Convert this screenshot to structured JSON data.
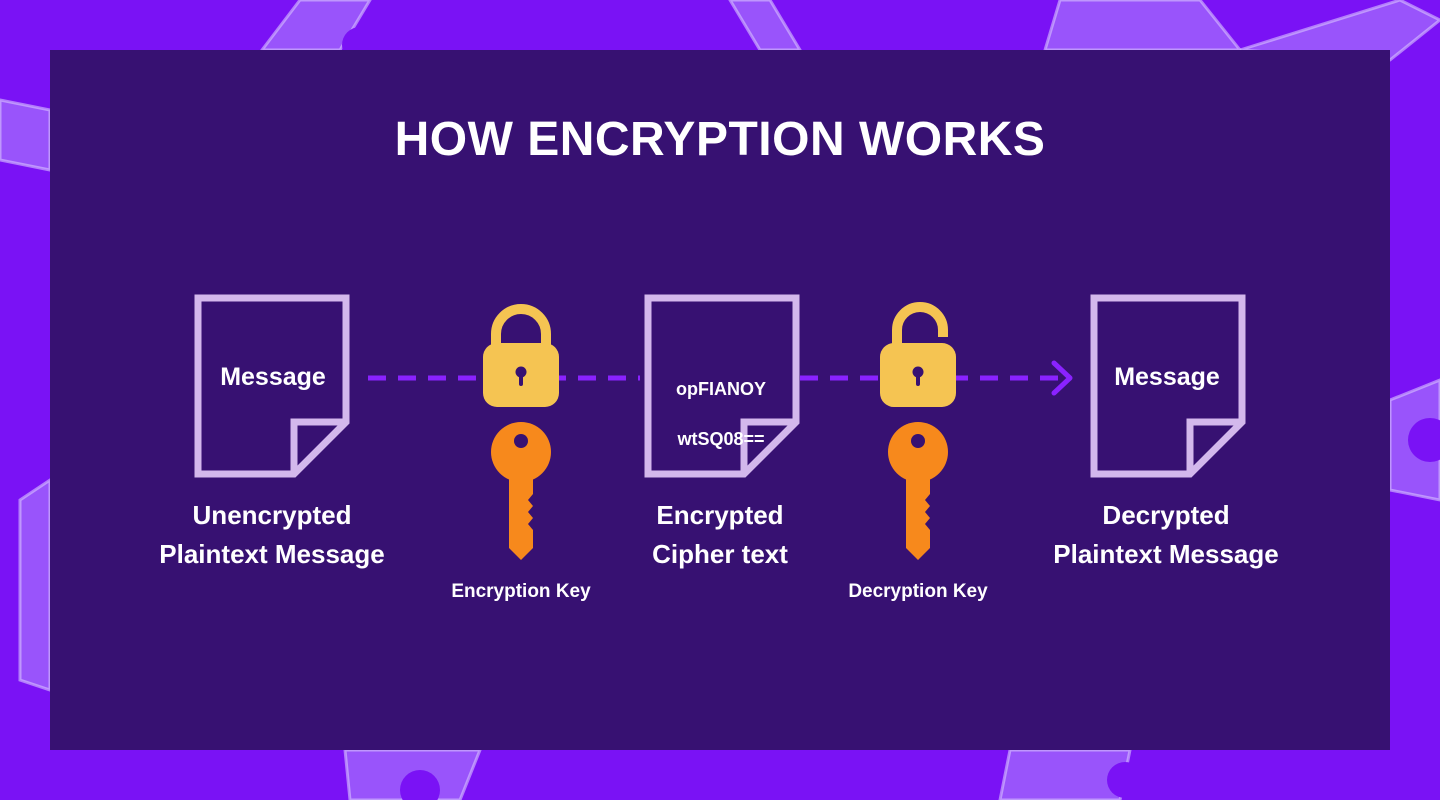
{
  "title": "HOW ENCRYPTION WORKS",
  "documents": {
    "plaintext": {
      "text": "Message",
      "caption_line1": "Unencrypted",
      "caption_line2": "Plaintext Message"
    },
    "cipher": {
      "line1": "opFIANOY",
      "line2": "wtSQ08==",
      "caption_line1": "Encrypted",
      "caption_line2": "Cipher text"
    },
    "decrypted": {
      "text": "Message",
      "caption_line1": "Decrypted",
      "caption_line2": "Plaintext Message"
    }
  },
  "keys": {
    "encryption": {
      "label": "Encryption Key",
      "lock_state": "locked"
    },
    "decryption": {
      "label": "Decryption Key",
      "lock_state": "unlocked"
    }
  },
  "icons": [
    "document-icon",
    "padlock-closed-icon",
    "padlock-open-icon",
    "key-icon",
    "arrow-right-icon"
  ],
  "colors": {
    "background": "#7a12f5",
    "panel": "#371172",
    "document_outline": "#d3b8ec",
    "padlock": "#f5c452",
    "key": "#f7891c",
    "arrow": "#8a22ff",
    "text": "#ffffff"
  }
}
